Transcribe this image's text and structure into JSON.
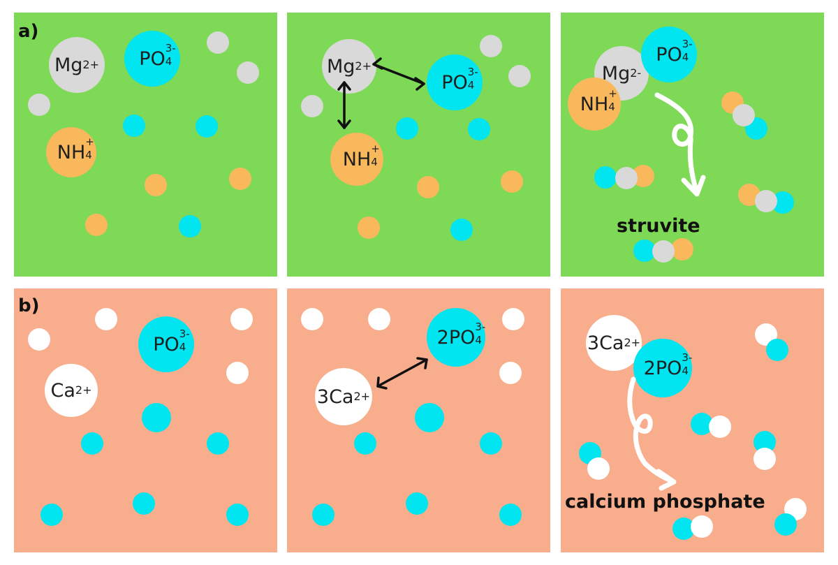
{
  "row_labels": {
    "a": "a)",
    "b": "b)"
  },
  "ions": {
    "mg": {
      "symbol": "Mg",
      "charge": "2+"
    },
    "po4": {
      "symbol": "PO",
      "sub": "4",
      "charge": "3-"
    },
    "nh4": {
      "symbol": "NH",
      "sub": "4",
      "charge": "+"
    },
    "ca": {
      "symbol": "Ca",
      "charge": "2+"
    },
    "ca3": {
      "symbol": "3Ca",
      "charge": "2+"
    },
    "po4_2": {
      "symbol": "2PO",
      "sub": "4",
      "charge": "3-"
    },
    "mg_bound": {
      "symbol": "Mg",
      "charge": "2-"
    }
  },
  "products": {
    "struvite": "struvite",
    "calcium_phosphate": "calcium phosphate"
  },
  "colors": {
    "row_a_background": "#7ed957",
    "row_b_background": "#f8ae8c",
    "magnesium": "#d9d9d9",
    "phosphate": "#00e5ef",
    "ammonium": "#f9b85c",
    "calcium": "#ffffff"
  }
}
